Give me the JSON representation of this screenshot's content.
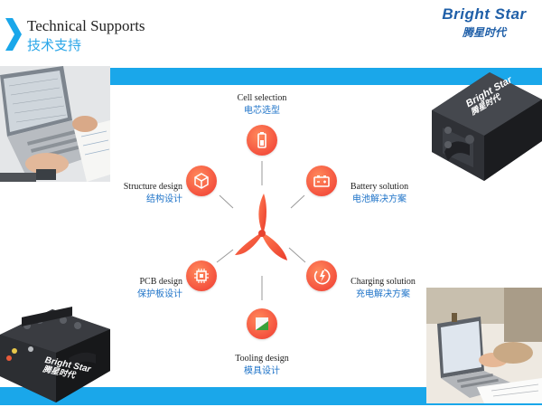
{
  "header": {
    "title_en": "Technical Supports",
    "title_cn": "技术支持"
  },
  "brand": {
    "name_en": "Bright Star",
    "name_cn": "腾星时代"
  },
  "products": {
    "battery_label_en": "Bright Star",
    "battery_label_cn": "腾星时代"
  },
  "services": {
    "cell_selection": {
      "en": "Cell selection",
      "cn": "电芯选型",
      "icon": "battery-cell-icon"
    },
    "battery_solution": {
      "en": "Battery solution",
      "cn": "电池解决方案",
      "icon": "battery-icon"
    },
    "charging_solution": {
      "en": "Charging solution",
      "cn": "充电解决方案",
      "icon": "charging-icon"
    },
    "tooling_design": {
      "en": "Tooling design",
      "cn": "模具设计",
      "icon": "tooling-icon"
    },
    "pcb_design": {
      "en": "PCB design",
      "cn": "保护板设计",
      "icon": "pcb-icon"
    },
    "structure_design": {
      "en": "Structure design",
      "cn": "结构设计",
      "icon": "cube-icon"
    }
  },
  "colors": {
    "accent_blue": "#1aa7ea",
    "node_red": "#f4513e",
    "brand_blue": "#1f5fa8",
    "label_blue": "#1e73c8"
  }
}
